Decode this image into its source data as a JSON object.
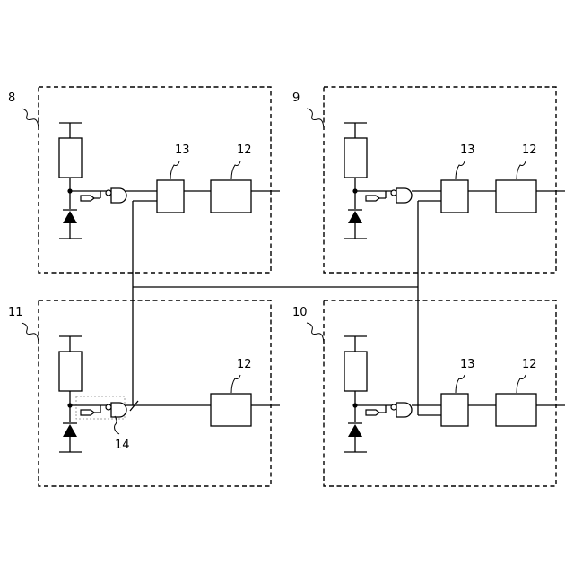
{
  "panels": {
    "top_left": {
      "label": "8"
    },
    "top_right": {
      "label": "9"
    },
    "bottom_right": {
      "label": "10"
    },
    "bottom_left": {
      "label": "11"
    }
  },
  "callouts": {
    "block_a": "12",
    "block_b": "13",
    "marker": "14"
  }
}
